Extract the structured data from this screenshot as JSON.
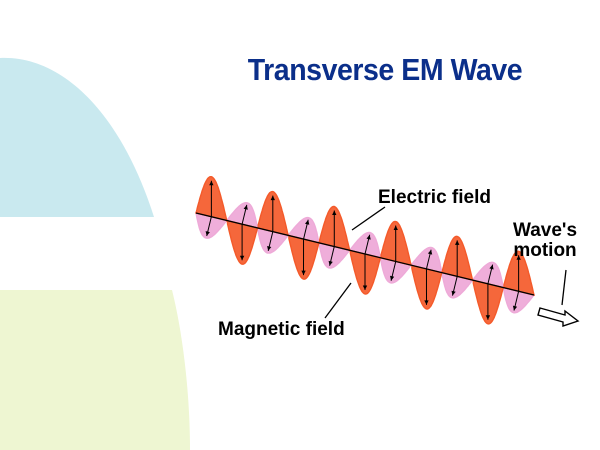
{
  "slide": {
    "title": "Transverse EM Wave",
    "title_color": "#0b2f8a"
  },
  "diagram": {
    "labels": {
      "electric_field": "Electric field",
      "magnetic_field": "Magnetic field",
      "wave_motion_line1": "Wave's",
      "wave_motion_line2": "motion"
    },
    "colors": {
      "electric": "#f45a2a",
      "magnetic": "#eeaad8",
      "decor_top": "#c9e9ef",
      "decor_bottom": "#eef6d2"
    }
  }
}
